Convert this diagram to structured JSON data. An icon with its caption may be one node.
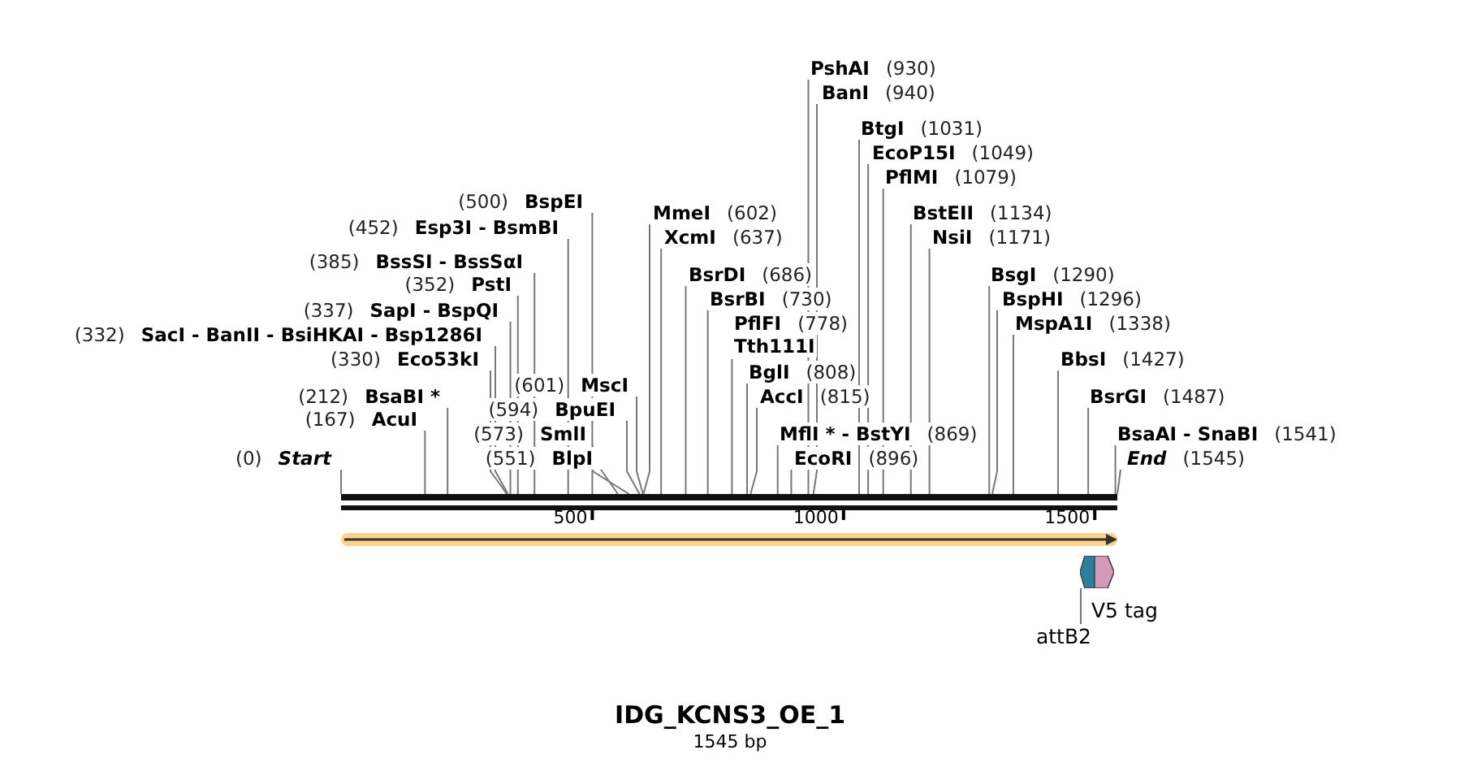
{
  "diagram": {
    "title": "IDG_KCNS3_OE_1",
    "caption": "1545 bp",
    "nodes": [
      {
        "text": [
          "PshAI",
          "(930)"
        ]
      },
      {
        "text": [
          "BanI",
          "(940)"
        ]
      },
      {
        "text": [
          "BtgI",
          "(1031)"
        ]
      },
      {
        "text": [
          "EcoP15I",
          "(1049)"
        ]
      },
      {
        "text": [
          "PflMI",
          "(1079)"
        ]
      },
      {
        "text": [
          "(500)",
          "BspEI"
        ]
      },
      {
        "text": [
          "MmeI",
          "(602)"
        ]
      },
      {
        "text": [
          "BstEII",
          "(1134)"
        ]
      },
      {
        "text": [
          "(452)",
          "Esp3I - BsmBI"
        ]
      },
      {
        "text": [
          "XcmI",
          "(637)"
        ]
      },
      {
        "text": [
          "NsiI",
          "(1171)"
        ]
      },
      {
        "text": [
          "(385)",
          "BssSI - BssSαI"
        ]
      },
      {
        "text": [
          "BsrDI",
          "(686)"
        ]
      },
      {
        "text": [
          "BsgI",
          "(1290)"
        ]
      },
      {
        "text": [
          "(352)",
          "PstI"
        ]
      },
      {
        "text": [
          "BsrBI",
          "(730)"
        ]
      },
      {
        "text": [
          "BspHI",
          "(1296)"
        ]
      },
      {
        "text": [
          "(337)",
          "SapI - BspQI"
        ]
      },
      {
        "text": [
          "PflFI",
          "(778)",
          "Tth111I"
        ]
      },
      {
        "text": [
          "MspA1I",
          "(1338)"
        ]
      },
      {
        "text": [
          "(332)",
          "SacI - BanII - BsiHKAI - Bsp1286I"
        ]
      },
      {
        "text": [
          "(330)",
          "Eco53kI"
        ]
      },
      {
        "text": [
          "BbsI",
          "(1427)"
        ]
      },
      {
        "text": [
          "BglI",
          "(808)"
        ]
      },
      {
        "text": [
          "(601)",
          "MscI"
        ]
      },
      {
        "text": [
          "(212)",
          "BsaBI *"
        ]
      },
      {
        "text": [
          "AccI",
          "(815)"
        ]
      },
      {
        "text": [
          "BsrGI",
          "(1487)"
        ]
      },
      {
        "text": [
          "(594)",
          "BpuEI"
        ]
      },
      {
        "text": [
          "(167)",
          "AcuI"
        ]
      },
      {
        "text": [
          "(573)",
          "SmlI"
        ]
      },
      {
        "text": [
          "MflI * - BstYI",
          "(869)"
        ]
      },
      {
        "text": [
          "BsaAI - SnaBI",
          "(1541)"
        ]
      },
      {
        "text": [
          "(0)",
          "Start"
        ]
      },
      {
        "text": [
          "(551)",
          "BlpI"
        ]
      },
      {
        "text": [
          "EcoRI",
          "(896)"
        ]
      },
      {
        "text": [
          "End",
          "(1545)"
        ]
      },
      {
        "text": [],
        "shape": "bar"
      },
      {
        "text": [],
        "shape": "arrow"
      },
      {
        "text": [],
        "shape": "arrow",
        "beside": [
          "V5 tag"
        ]
      },
      {
        "text": [
          "attB2"
        ]
      }
    ],
    "edges": [
      {
        "from": 0,
        "to": 37,
        "arrow": "none"
      },
      {
        "from": 1,
        "to": 37,
        "arrow": "none"
      },
      {
        "from": 2,
        "to": 37,
        "arrow": "none"
      },
      {
        "from": 3,
        "to": 37,
        "arrow": "none"
      },
      {
        "from": 4,
        "to": 37,
        "arrow": "none"
      },
      {
        "from": 5,
        "to": 37,
        "arrow": "none"
      },
      {
        "from": 6,
        "to": 37,
        "arrow": "none"
      },
      {
        "from": 7,
        "to": 37,
        "arrow": "none"
      },
      {
        "from": 8,
        "to": 37,
        "arrow": "none"
      },
      {
        "from": 9,
        "to": 37,
        "arrow": "none"
      },
      {
        "from": 10,
        "to": 37,
        "arrow": "none"
      },
      {
        "from": 11,
        "to": 37,
        "arrow": "none"
      },
      {
        "from": 12,
        "to": 37,
        "arrow": "none"
      },
      {
        "from": 13,
        "to": 37,
        "arrow": "none"
      },
      {
        "from": 14,
        "to": 37,
        "arrow": "none"
      },
      {
        "from": 15,
        "to": 37,
        "arrow": "none"
      },
      {
        "from": 16,
        "to": 37,
        "arrow": "none"
      },
      {
        "from": 17,
        "to": 37,
        "arrow": "none"
      },
      {
        "from": 18,
        "to": 37,
        "arrow": "none"
      },
      {
        "from": 19,
        "to": 37,
        "arrow": "none"
      },
      {
        "from": 20,
        "to": 37,
        "arrow": "none"
      },
      {
        "from": 21,
        "to": 37,
        "arrow": "none"
      },
      {
        "from": 22,
        "to": 37,
        "arrow": "none"
      },
      {
        "from": 23,
        "to": 37,
        "arrow": "none"
      },
      {
        "from": 24,
        "to": 37,
        "arrow": "none"
      },
      {
        "from": 25,
        "to": 37,
        "arrow": "none"
      },
      {
        "from": 26,
        "to": 37,
        "arrow": "none"
      },
      {
        "from": 27,
        "to": 37,
        "arrow": "none"
      },
      {
        "from": 28,
        "to": 37,
        "arrow": "none"
      },
      {
        "from": 29,
        "to": 37,
        "arrow": "none"
      },
      {
        "from": 30,
        "to": 37,
        "arrow": "none"
      },
      {
        "from": 31,
        "to": 37,
        "arrow": "none"
      },
      {
        "from": 32,
        "to": 37,
        "arrow": "none"
      },
      {
        "from": 33,
        "to": 37,
        "arrow": "none"
      },
      {
        "from": 34,
        "to": 37,
        "arrow": "none"
      },
      {
        "from": 35,
        "to": 37,
        "arrow": "none"
      },
      {
        "from": 36,
        "to": 37,
        "arrow": "none"
      },
      {
        "from": 40,
        "to": 38,
        "arrow": "none"
      }
    ],
    "labels": [
      "500",
      "1000",
      "1500"
    ]
  }
}
